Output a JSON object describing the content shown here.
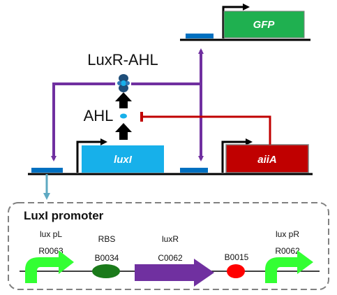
{
  "colors": {
    "purple": "#7030a0",
    "inhibit_red": "#c00000",
    "luxI_blue": "#17b0ea",
    "aiiA_red": "#c00000",
    "gfp_green": "#1fb050",
    "promoter_blue": "#0070c0",
    "connector_teal": "#5ea9c2",
    "promoter_arrow_green": "#33ff33",
    "rbs_green": "#1a7a1a",
    "luxR_purple": "#7030a0",
    "terminator_red": "#ff0000"
  },
  "labels": {
    "gfp": "GFP",
    "luxI": "luxI",
    "aiiA": "aiiA",
    "luxr_ahl": "LuxR-AHL",
    "ahl": "AHL"
  },
  "promoter_box": {
    "title": "LuxI promoter",
    "parts": [
      {
        "name": "lux pL",
        "id": "R0063"
      },
      {
        "name": "RBS",
        "id": "B0034"
      },
      {
        "name": "luxR",
        "id": "C0062"
      },
      {
        "name": "",
        "id": "B0015"
      },
      {
        "name": "lux pR",
        "id": "R0062"
      }
    ]
  }
}
